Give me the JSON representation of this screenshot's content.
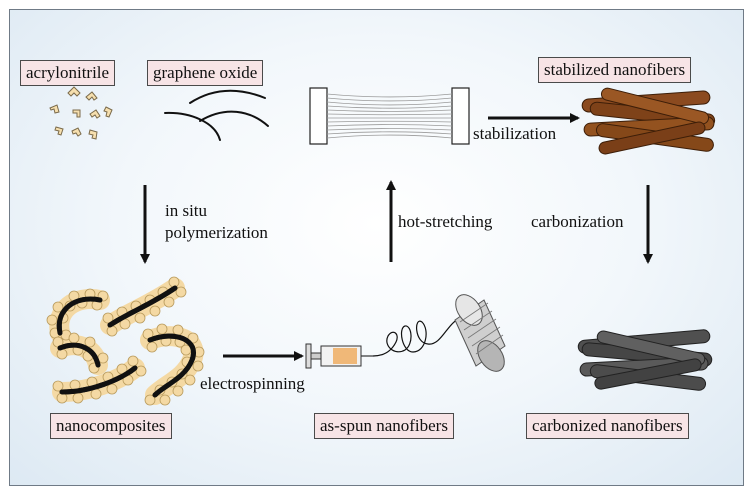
{
  "labels": {
    "acrylonitrile": "acrylonitrile",
    "graphene_oxide": "graphene oxide",
    "stabilized_nanofibers": "stabilized nanofibers",
    "nanocomposites": "nanocomposites",
    "as_spun_nanofibers": "as-spun nanofibers",
    "carbonized_nanofibers": "carbonized nanofibers"
  },
  "steps": {
    "in_situ_line1": "in situ",
    "in_situ_line2": "polymerization",
    "stabilization": "stabilization",
    "hot_stretching": "hot-stretching",
    "carbonization": "carbonization",
    "electrospinning": "electrospinning"
  },
  "colors": {
    "label_bg": "#f7e4e6",
    "monomer": "#f6dfae",
    "bead": "#f4d9a4",
    "stabilized_fiber": "#8b4a1f",
    "carbon_fiber": "#505050",
    "arrow": "#111111"
  }
}
